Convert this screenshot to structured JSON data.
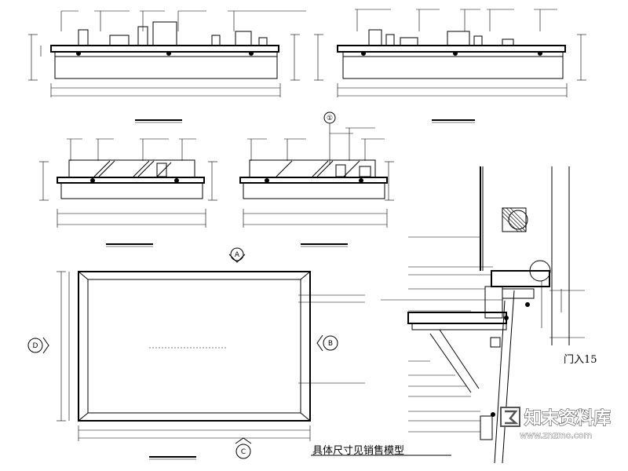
{
  "drawing": {
    "note": "具体尺寸见销售模型",
    "door_label": "门入15",
    "markers": {
      "A": "A",
      "B": "B",
      "C": "C",
      "D": "D",
      "detail": "①"
    }
  },
  "watermark": {
    "brand": "知末资料库",
    "url": "www.znzmo.com"
  },
  "colors": {
    "line": "#000000",
    "background": "#ffffff",
    "watermark_logo": "#555555"
  }
}
